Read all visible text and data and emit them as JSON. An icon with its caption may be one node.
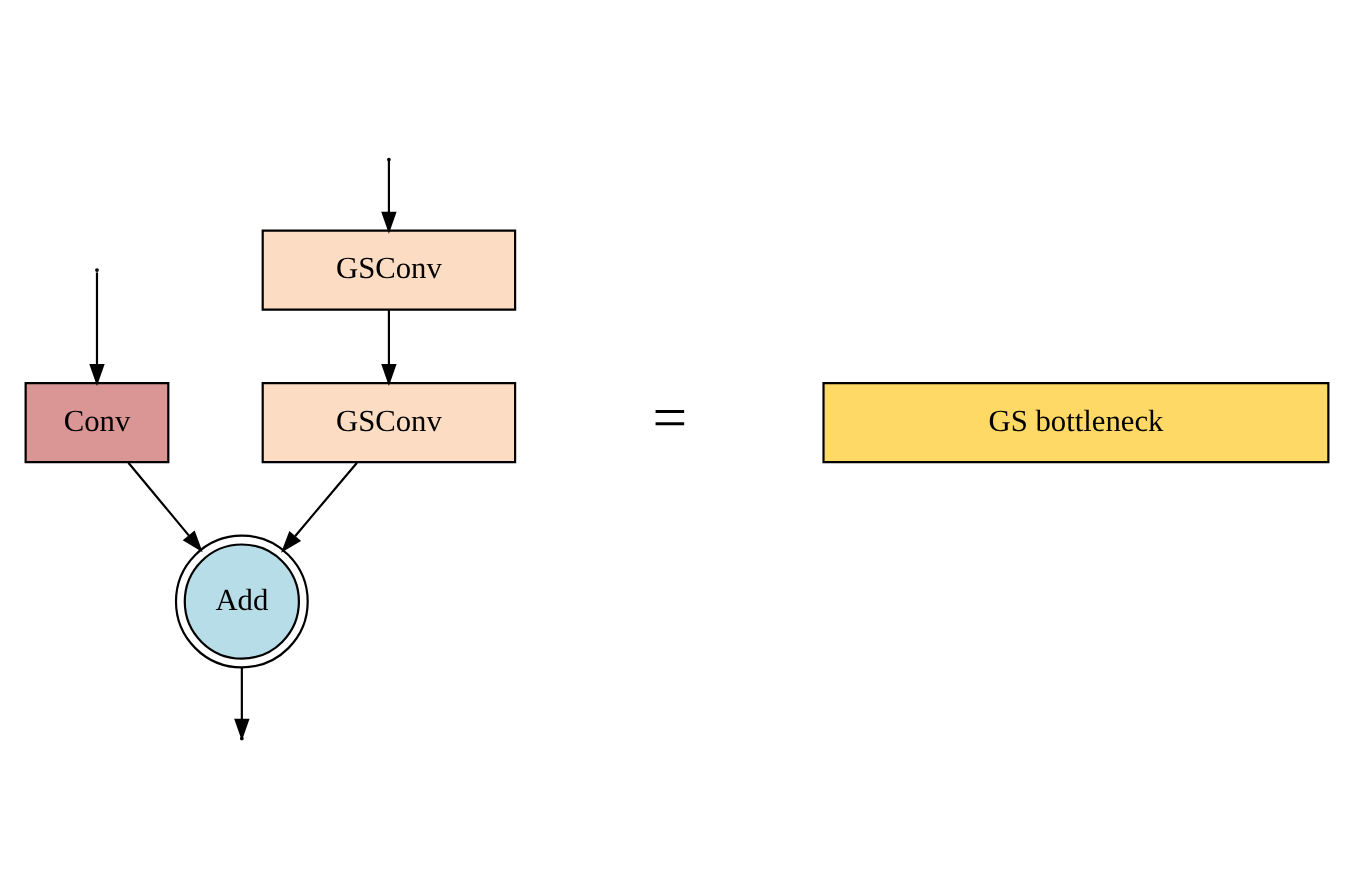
{
  "diagram": {
    "nodes": [
      {
        "text": [
          "GSConv"
        ]
      },
      {
        "text": [
          "Conv"
        ]
      },
      {
        "text": [
          "GSConv"
        ]
      },
      {
        "text": [
          "Add"
        ]
      },
      {
        "text": [
          "GS bottleneck"
        ]
      }
    ],
    "edges": [
      {
        "from": null,
        "to": 0,
        "arrow": "to"
      },
      {
        "from": null,
        "to": 1,
        "arrow": "to"
      },
      {
        "from": 0,
        "to": 2,
        "arrow": "to"
      },
      {
        "from": 2,
        "to": 3,
        "arrow": "to"
      },
      {
        "from": 1,
        "to": 3,
        "arrow": "to"
      },
      {
        "from": 3,
        "to": null,
        "arrow": "to"
      }
    ],
    "labels": [
      "="
    ]
  }
}
